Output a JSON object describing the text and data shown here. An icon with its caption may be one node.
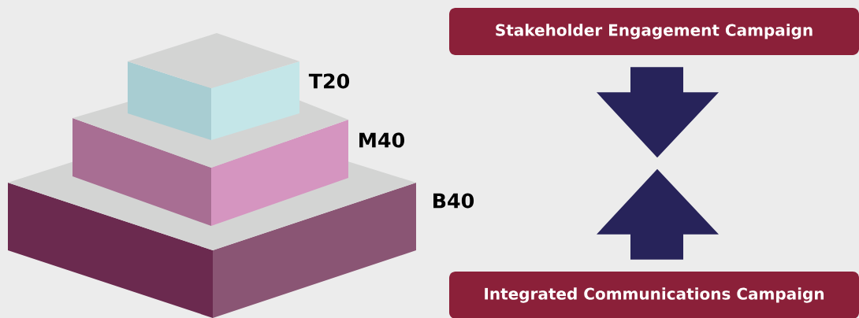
{
  "diagram": {
    "nodes": [
      {
        "text": [
          "Stakeholder Engagement Campaign"
        ]
      },
      {
        "text": [
          "Integrated Communications Campaign"
        ]
      }
    ],
    "edges": [
      {
        "from": 0,
        "to": null,
        "arrow": "to"
      },
      {
        "from": 1,
        "to": null,
        "arrow": "to"
      }
    ],
    "labels": [
      "T20",
      "M40",
      "B40"
    ]
  }
}
